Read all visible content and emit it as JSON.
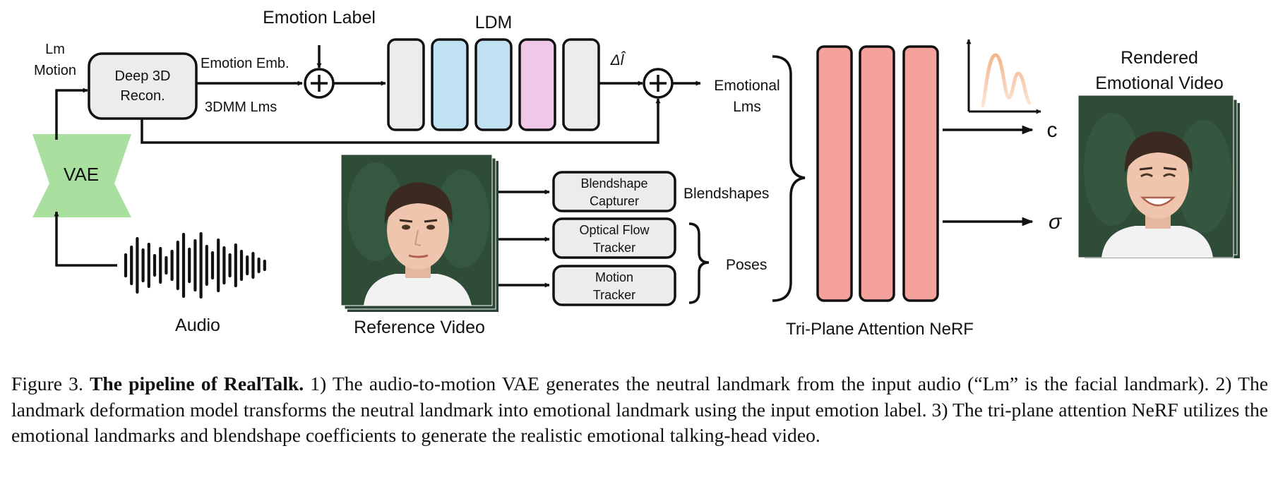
{
  "figure": {
    "labels": {
      "lm_motion": [
        "Lm",
        "Motion"
      ],
      "deep3d": [
        "Deep 3D",
        "Recon."
      ],
      "vae": "VAE",
      "audio": "Audio",
      "emotion_label": "Emotion Label",
      "emotion_emb": "Emotion Emb.",
      "dmm_lms": "3DMM Lms",
      "ldm": "LDM",
      "delta_l": "Δl̂",
      "emotional_lms": [
        "Emotional",
        "Lms"
      ],
      "reference_video": "Reference Video",
      "blendshape_capturer": [
        "Blendshape",
        "Capturer"
      ],
      "optical_flow_tracker": [
        "Optical Flow",
        "Tracker"
      ],
      "motion_tracker": [
        "Motion",
        "Tracker"
      ],
      "blendshapes": "Blendshapes",
      "poses": "Poses",
      "nerf": "Tri-Plane Attention NeRF",
      "output_c": "c",
      "output_sigma": "σ",
      "rendered_video": [
        "Rendered",
        "Emotional Video"
      ]
    },
    "colors": {
      "vae": "#a9e0a0",
      "ldm_gray": "#ececec",
      "ldm_blue": "#bfe1f2",
      "ldm_pink": "#efc8e8",
      "nerf_bar": "#f4a29b",
      "curve": "#f0a880",
      "photo_bg": "#2f4c38"
    },
    "ldm_block_types": [
      "gray",
      "blue",
      "blue",
      "pink",
      "gray"
    ]
  },
  "caption": {
    "prefix": "Figure 3.",
    "title": "The pipeline of RealTalk.",
    "body": " 1) The audio-to-motion VAE generates the neutral landmark from the input audio (“Lm” is the facial landmark). 2) The landmark deformation model transforms the neutral landmark into emotional landmark using the input emotion label. 3) The tri-plane attention NeRF utilizes the emotional landmarks and blendshape coefficients to generate the realistic emotional talking-head video."
  }
}
